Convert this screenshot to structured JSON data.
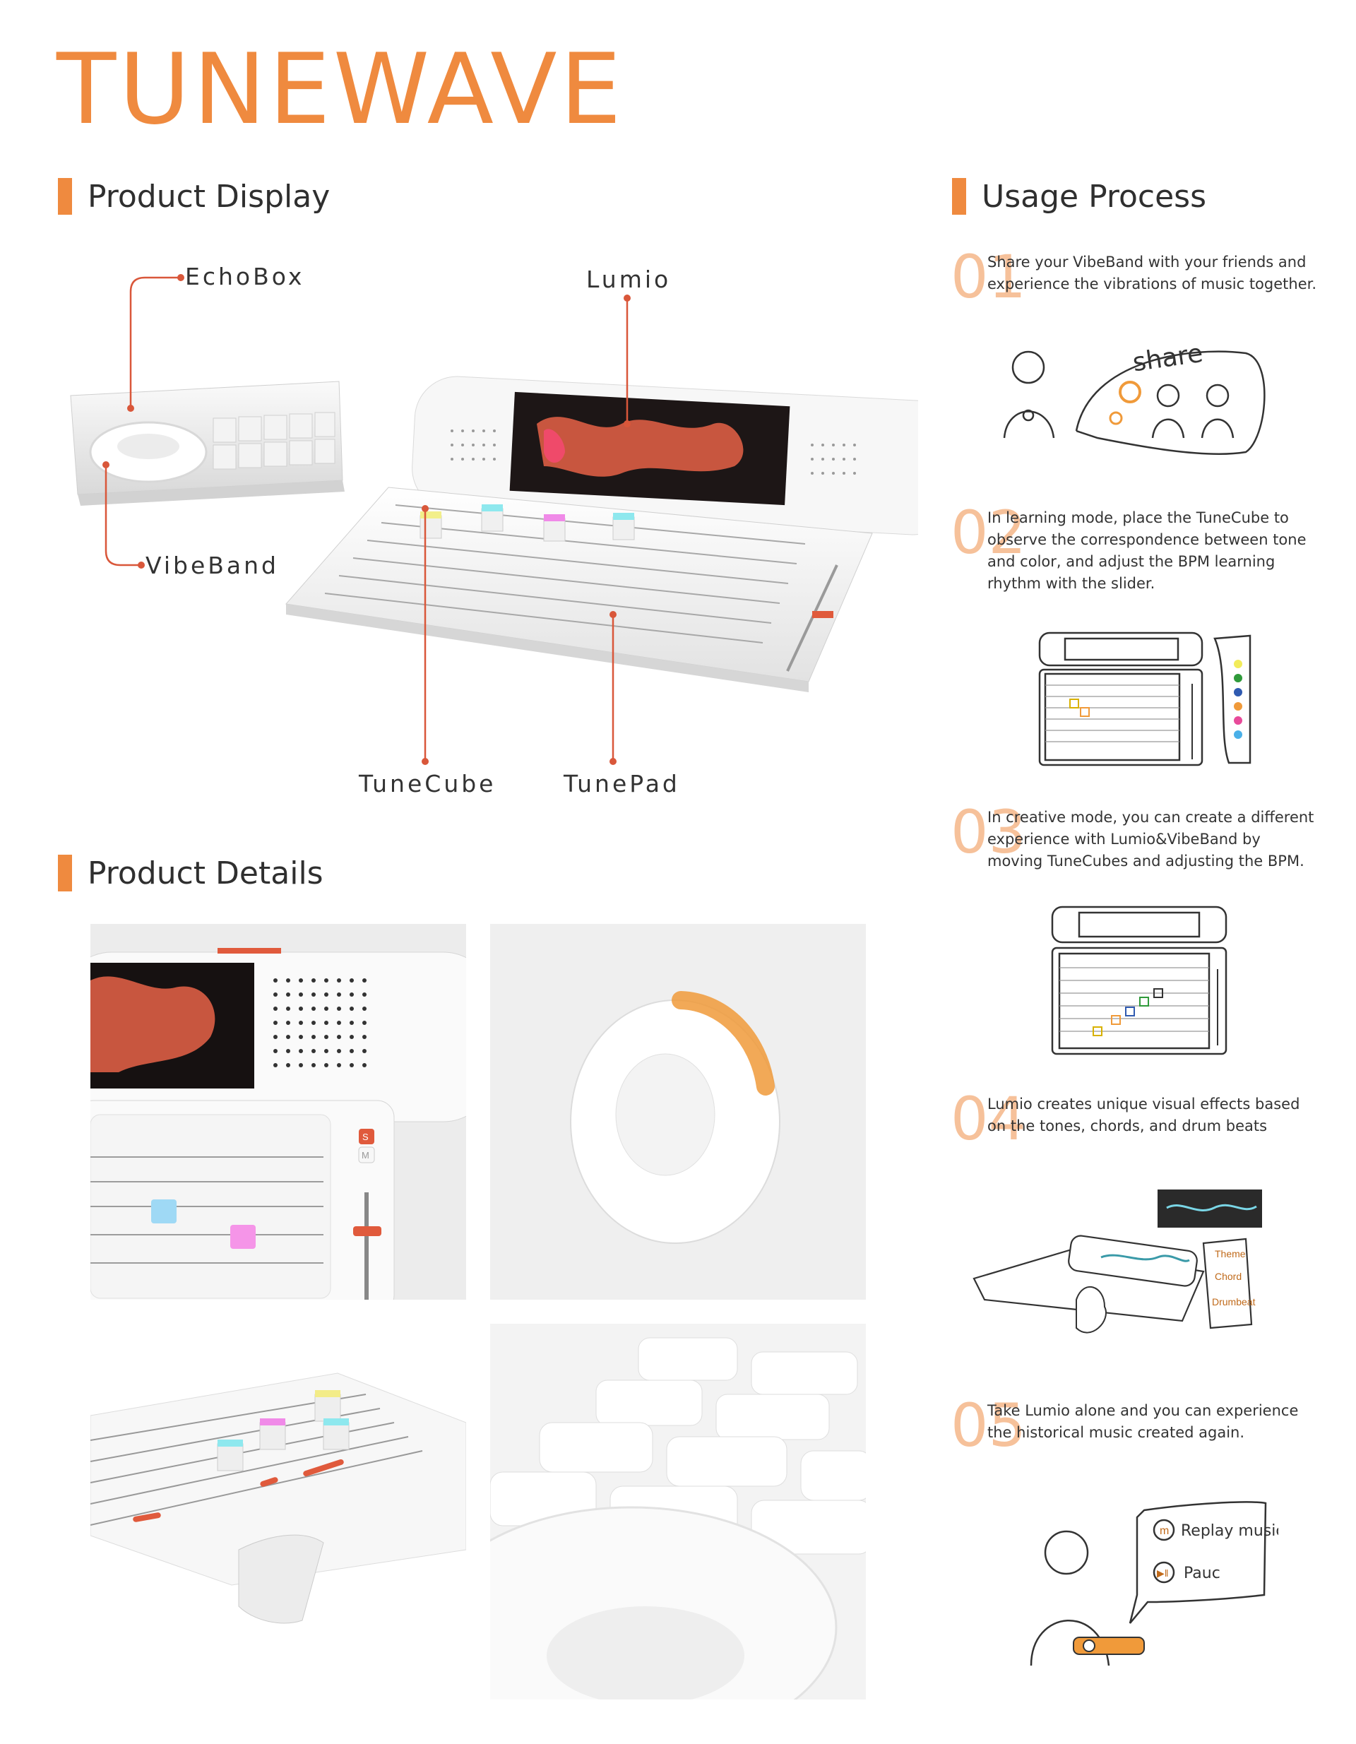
{
  "brand": {
    "title": "TUNEWAVE",
    "color": "#ef8a3f"
  },
  "sections": {
    "product_display": "Product Display",
    "usage_process": "Usage Process",
    "product_details": "Product Details"
  },
  "callouts": {
    "echobox": "EchoBox",
    "lumio": "Lumio",
    "vibeband": "VibeBand",
    "tunecube": "TuneCube",
    "tunepad": "TunePad"
  },
  "steps": [
    {
      "num": "01",
      "text": "Share your VibeBand with your friends and experience the vibrations of music together."
    },
    {
      "num": "02",
      "text": "In learning mode, place the TuneCube to observe the correspondence between tone and color, and adjust the BPM learning rhythm with the slider."
    },
    {
      "num": "03",
      "text": "In creative mode, you can create a different experience with Lumio&VibeBand by moving TuneCubes and adjusting the BPM."
    },
    {
      "num": "04",
      "text": "Lumio creates unique visual effects based on the tones, chords, and drum beats"
    },
    {
      "num": "05",
      "text": "Take Lumio alone and you can experience the historical music created again."
    }
  ],
  "sketches": {
    "share_word": "share",
    "theme": "Theme",
    "chord": "Chord",
    "drumbeat": "Drumbeat",
    "replay": "Replay music",
    "pause": "Pauc",
    "slider_s": "S",
    "slider_m": "M"
  },
  "colors": {
    "accent": "#ef8a3f",
    "line": "#d9573a",
    "step_num": "#f6c19a"
  }
}
